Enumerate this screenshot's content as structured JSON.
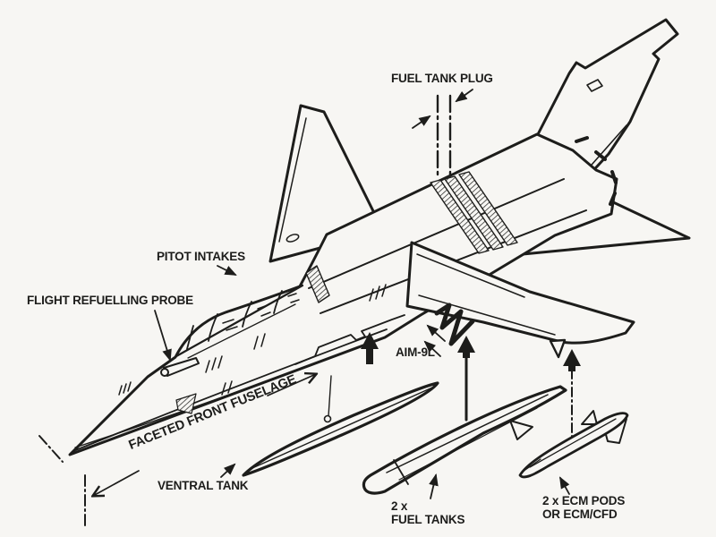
{
  "palette": {
    "ink": "#1d1d1b",
    "paper": "#f7f6f3"
  },
  "labels": {
    "fuel_tank_plug": "FUEL TANK PLUG",
    "pitot_intakes": "PITOT INTAKES",
    "flight_refuelling_probe": "FLIGHT REFUELLING PROBE",
    "faceted_front_fuselage": "FACETED FRONT FUSELAGE",
    "ventral_tank": "VENTRAL TANK",
    "aim_9l": "AIM-9L",
    "fuel_tanks": {
      "line1": "2 x",
      "line2": "FUEL TANKS"
    },
    "ecm_pods": {
      "line1": "2 x ECM PODS",
      "line2": "OR ECM/CFD"
    }
  }
}
